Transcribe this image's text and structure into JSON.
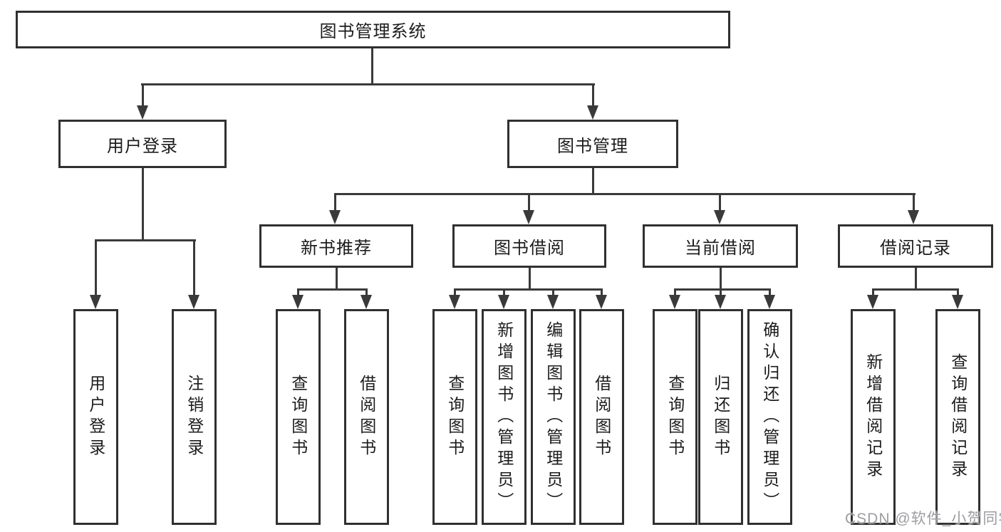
{
  "diagram_title": "图书管理系统",
  "colors": {
    "line": "#3a3a3a",
    "box_border": "#303030",
    "text": "#1c1c1c",
    "watermark_text": "#9c9da0",
    "background": "#ffffff"
  },
  "watermark": "CSDN @软件_小贺同学",
  "tree": {
    "root": {
      "label": "图书管理系统",
      "children": [
        {
          "label": "用户登录",
          "children": [
            {
              "label": "用户登录"
            },
            {
              "label": "注销登录"
            }
          ]
        },
        {
          "label": "图书管理",
          "children": [
            {
              "label": "新书推荐",
              "children": [
                {
                  "label": "查询图书"
                },
                {
                  "label": "借阅图书"
                }
              ]
            },
            {
              "label": "图书借阅",
              "children": [
                {
                  "label": "查询图书"
                },
                {
                  "label": "新增图书（管理员）"
                },
                {
                  "label": "编辑图书（管理员）"
                },
                {
                  "label": "借阅图书"
                }
              ]
            },
            {
              "label": "当前借阅",
              "children": [
                {
                  "label": "查询图书"
                },
                {
                  "label": "归还图书"
                },
                {
                  "label": "确认归还（管理员）"
                }
              ]
            },
            {
              "label": "借阅记录",
              "children": [
                {
                  "label": "新增借阅记录"
                },
                {
                  "label": "查询借阅记录"
                }
              ]
            }
          ]
        }
      ]
    }
  }
}
